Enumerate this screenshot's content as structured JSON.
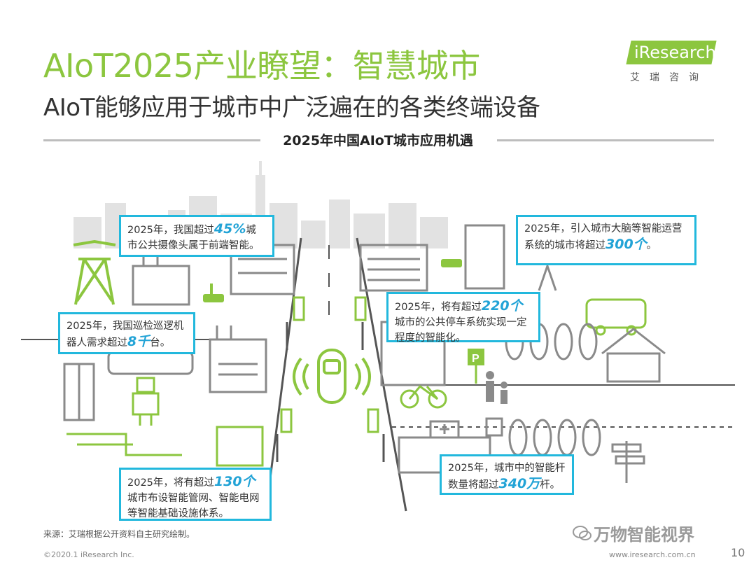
{
  "header": {
    "title": "AIoT2025产业瞭望：智慧城市",
    "subtitle": "AIoT能够应用于城市中广泛遍在的各类终端设备",
    "section_title": "2025年中国AIoT城市应用机遇"
  },
  "logo": {
    "en": "iResearch",
    "cn": "艾瑞咨询"
  },
  "callouts": {
    "camera": {
      "pre": "2025年，我国超过",
      "hl": "45%",
      "post": "城市公共摄像头属于前端智能。"
    },
    "brain": {
      "pre": "2025年，引入城市大脑等智能运营系统的城市将超过",
      "hl": "300个",
      "post": "。"
    },
    "robot": {
      "pre": "2025年，我国巡检巡逻机器人需求超过",
      "hl": "8千",
      "post": "台。"
    },
    "parking": {
      "pre": "2025年，将有超过",
      "hl": "220个",
      "post": "城市的公共停车系统实现一定程度的智能化。"
    },
    "pipe": {
      "pre": "2025年，将有超过",
      "hl": "130个",
      "post": "城市布设智能管网、智能电网等智能基础设施体系。"
    },
    "pole": {
      "pre": "2025年，城市中的智能杆数量将超过",
      "hl": "340万",
      "post": "杆。"
    }
  },
  "footer": {
    "source": "来源：艾瑞根据公开资料自主研究绘制。",
    "copyright": "©2020.1 iResearch Inc.",
    "site": "www.iresearch.com.cn",
    "page": "10",
    "watermark": "万物智能视界"
  },
  "colors": {
    "accent": "#8cc63f",
    "callout_border": "#22b8dd",
    "highlight": "#22a3d6",
    "line_art": "#9e9e9e"
  },
  "icons": [
    "power-tower-icon",
    "factory-icon",
    "camera-icon",
    "traffic-light-icon",
    "smart-car-icon",
    "bus-icon",
    "parking-icon",
    "bicycle-icon",
    "trash-bin-icon",
    "hospital-icon",
    "signpost-icon",
    "robot-icon",
    "train-icon",
    "elevator-icon",
    "tree-icon",
    "radio-tower-icon",
    "wechat-icon"
  ]
}
